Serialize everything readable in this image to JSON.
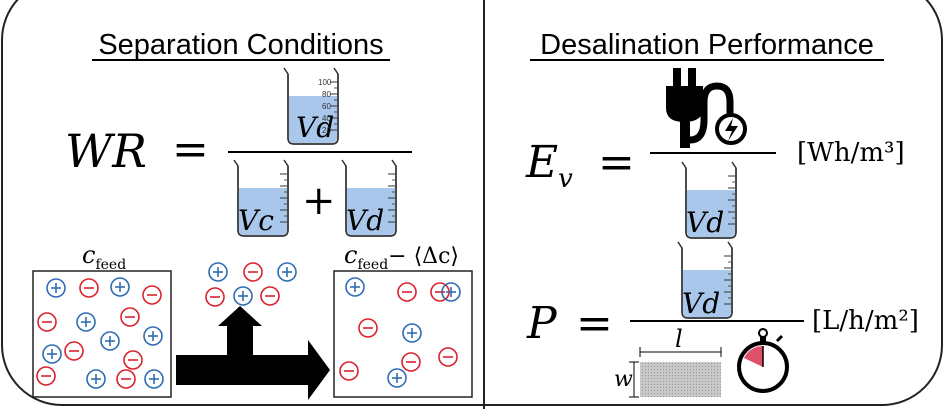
{
  "headings": {
    "left": "Separation Conditions",
    "right": "Desalination Performance"
  },
  "wr": {
    "lhs": "WR",
    "eq": "=",
    "plus": "+",
    "num_label": "Vd",
    "den_label_1": "Vc",
    "den_label_2": "Vd"
  },
  "beaker": {
    "tick_100": "100",
    "tick_80": "80",
    "tick_60": "60",
    "tick_40": "40",
    "tick_20": "20"
  },
  "cells": {
    "feed_label": "c",
    "feed_sub": "feed",
    "out_label": "c",
    "out_sub": "feed",
    "out_rest": "− ⟨Δc⟩"
  },
  "energy": {
    "lhs": "E",
    "lhs_sub": "v",
    "eq": "=",
    "den_label": "Vd",
    "unit": "[Wh/m³]"
  },
  "productivity": {
    "lhs": "P",
    "eq": "=",
    "den_label": "Vd",
    "len_label": "l",
    "width_label": "w",
    "unit": "[L/h/m²]"
  },
  "colors": {
    "cation": "#2f6db3",
    "anion": "#d9232e",
    "water": "#a9c7eb",
    "stopwatch": "#e0506a",
    "membrane": "#b7b7b7"
  },
  "icons": [
    "beaker-icon",
    "plug-icon",
    "stopwatch-icon",
    "membrane-icon",
    "arrow-icon"
  ]
}
